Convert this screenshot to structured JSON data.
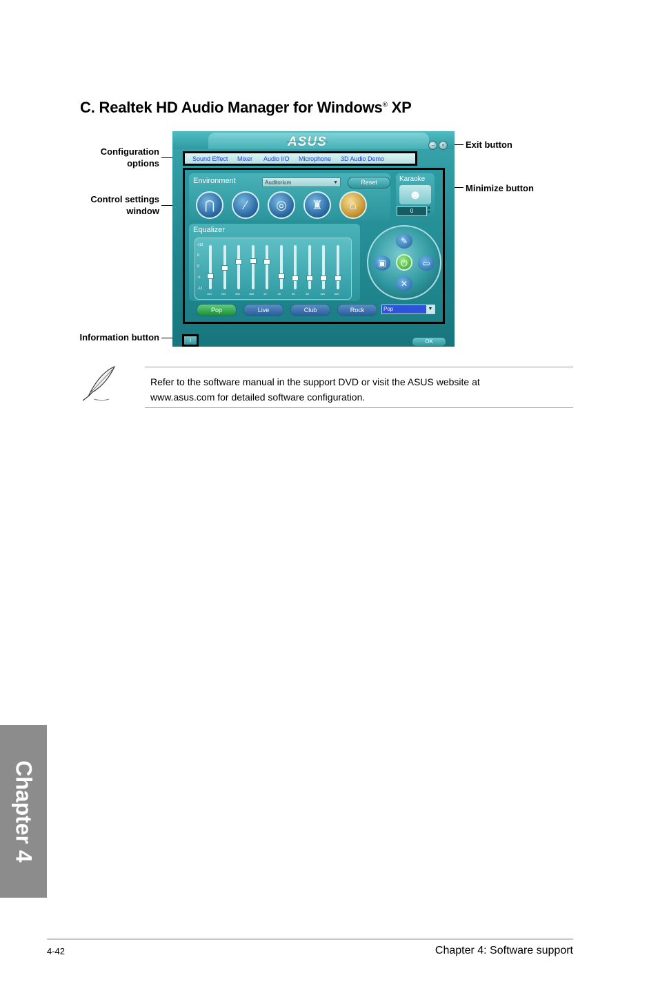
{
  "section": {
    "title": "C. Realtek HD Audio Manager for Windows",
    "registered_mark": "®",
    "title_suffix": " XP"
  },
  "callouts": {
    "configuration_options": [
      "Configuration",
      "options"
    ],
    "control_settings_window": [
      "Control settings",
      "window"
    ],
    "information_button": "Information button",
    "exit_button": "Exit button",
    "minimize_button": "Minimize button"
  },
  "realtek": {
    "logo": "ASUS",
    "tabs": [
      "Sound Effect",
      "Mixer",
      "Audio I/O",
      "Microphone",
      "3D Audio Demo"
    ],
    "environment": {
      "label": "Environment",
      "selected": "Auditorium",
      "reset_label": "Reset",
      "icons": [
        "hall-icon",
        "rock-icon",
        "stadium-icon",
        "arena-icon",
        "opera-house-icon"
      ]
    },
    "karaoke": {
      "label": "Karaoke",
      "value": "0"
    },
    "equalizer": {
      "label": "Equalizer",
      "db_marks": [
        "+12",
        "6",
        "0",
        "-6",
        "-12"
      ],
      "bands": [
        "100",
        "200",
        "400",
        "800",
        "1K",
        "2K",
        "4K",
        "8K",
        "16K",
        "32K"
      ],
      "levels": [
        0.3,
        0.5,
        0.65,
        0.68,
        0.65,
        0.3,
        0.25,
        0.25,
        0.25,
        0.25
      ]
    },
    "presets": [
      "Pop",
      "Live",
      "Club",
      "Rock"
    ],
    "preset_selected": "Pop",
    "ok_label": "OK",
    "info_label": "i"
  },
  "note": {
    "line1": "Refer to the software manual in the support DVD or visit the ASUS website at",
    "line2": "www.asus.com for detailed software configuration."
  },
  "chapter_tab": "Chapter 4",
  "footer": {
    "page": "4-42",
    "chapter": "Chapter 4: Software support"
  }
}
